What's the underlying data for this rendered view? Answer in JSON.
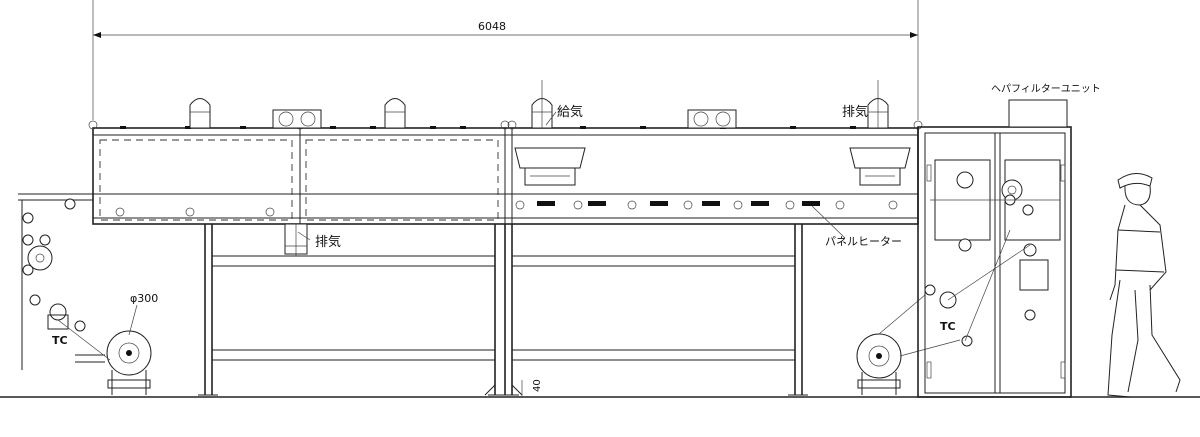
{
  "labels": {
    "dimension_total": "6048",
    "supply_air": "給気",
    "exhaust_top": "排気",
    "exhaust_bottom": "排気",
    "panel_heater": "パネルヒーター",
    "hepa_filter_unit": "ヘパフィルターユニット",
    "roll_diameter": "φ300",
    "tc_left": "TC",
    "tc_right": "TC",
    "dim_40": "40"
  }
}
